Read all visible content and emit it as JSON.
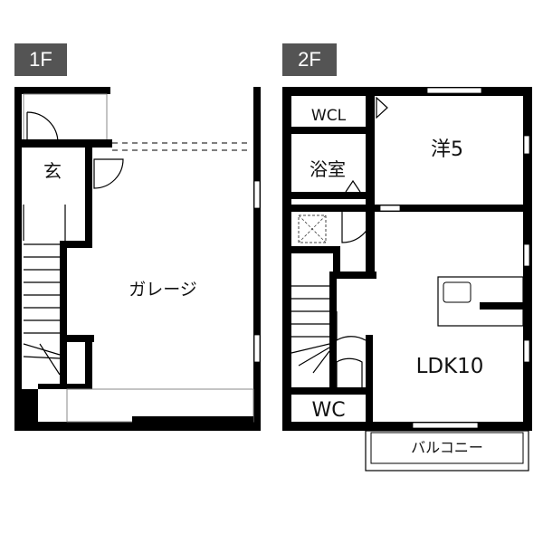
{
  "floors": [
    {
      "tab_label": "1F"
    },
    {
      "tab_label": "2F"
    }
  ],
  "rooms": {
    "entrance": "玄",
    "garage": "ガレージ",
    "wcl": "WCL",
    "western_room": "洋5",
    "bathroom": "浴室",
    "ldk": "LDK10",
    "wc": "WC",
    "balcony": "バルコニー"
  },
  "colors": {
    "wall": "#000000",
    "tab_background": "#545454",
    "tab_text": "#ffffff"
  }
}
